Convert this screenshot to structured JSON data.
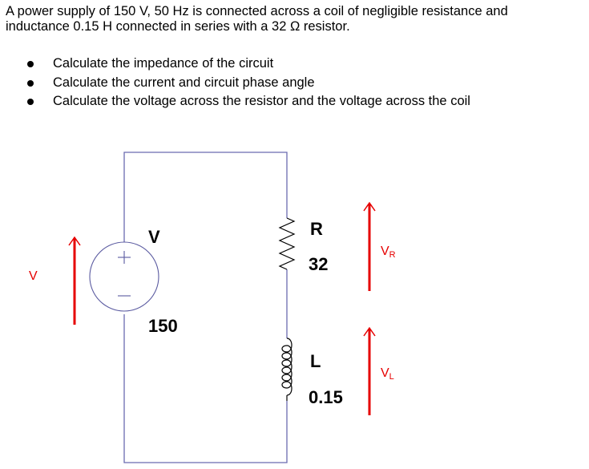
{
  "problem": {
    "line1": "A power supply of 150 V, 50 Hz is connected across a coil of negligible resistance and",
    "line2": "inductance 0.15 H connected in series with a 32 Ω resistor."
  },
  "tasks": [
    "Calculate the impedance of the  circuit",
    "Calculate the current and circuit phase angle",
    "Calculate the voltage across the resistor and the voltage across the coil"
  ],
  "circuit": {
    "source_label": "V",
    "source_value": "150",
    "resistor_label": "R",
    "resistor_value": "32",
    "inductor_label": "L",
    "inductor_value": "0.15",
    "supply_voltage_label": "V",
    "resistor_voltage_main": "V",
    "resistor_voltage_sub": "R",
    "inductor_voltage_main": "V",
    "inductor_voltage_sub": "L"
  },
  "colors": {
    "wire": "#6b6bb0",
    "component": "#000000",
    "arrow": "#e60000"
  }
}
